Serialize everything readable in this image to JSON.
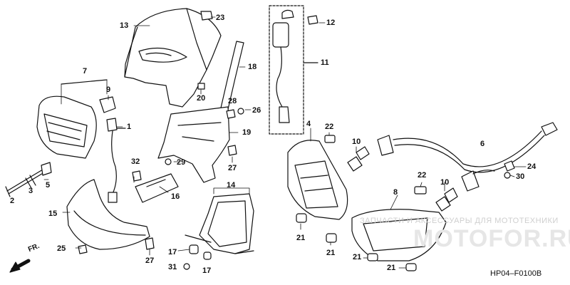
{
  "diagram_code": "HP04–F0100B",
  "direction_label": "FR.",
  "watermark_text": "ЗАПЧАСТИ И АКСЕССУАРЫ ДЛЯ МОТОТЕХНИКИ",
  "watermark_logo": "MOTOFOR.RU",
  "callouts": {
    "c1": "1",
    "c2": "2",
    "c3": "3",
    "c4": "4",
    "c5": "5",
    "c6": "6",
    "c7": "7",
    "c8": "8",
    "c9": "9",
    "c10a": "10",
    "c10b": "10",
    "c11": "11",
    "c12": "12",
    "c13": "13",
    "c14": "14",
    "c15": "15",
    "c16": "16",
    "c17a": "17",
    "c17b": "17",
    "c18": "18",
    "c19": "19",
    "c20": "20",
    "c21a": "21",
    "c21b": "21",
    "c21c": "21",
    "c21d": "21",
    "c22a": "22",
    "c22b": "22",
    "c23": "23",
    "c24": "24",
    "c25": "25",
    "c26": "26",
    "c27a": "27",
    "c27b": "27",
    "c28": "28",
    "c29": "29",
    "c30": "30",
    "c31": "31",
    "c32": "32"
  },
  "colors": {
    "line": "#111111",
    "watermark": "#d9d9d9"
  }
}
